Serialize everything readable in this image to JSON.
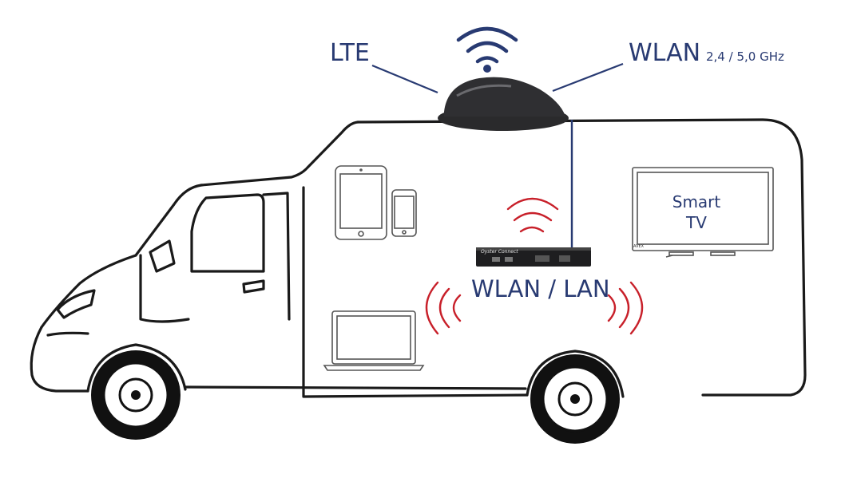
{
  "labels": {
    "lte": "LTE",
    "wlan": "WLAN",
    "wlan_freq": "2,4 / 5,0 GHz",
    "wlan_lan": "WLAN / LAN",
    "smart_tv_line1": "Smart",
    "smart_tv_line2": "TV"
  },
  "device": {
    "brand": "Oyster Connect"
  },
  "tv": {
    "brand": "AVEX"
  },
  "colors": {
    "text_blue": "#283a72",
    "signal_red": "#c8202a",
    "outline": "#1a1a1a",
    "antenna_dark": "#2a2a2c"
  },
  "icons": [
    "wifi-icon",
    "antenna-dome",
    "router-box",
    "tablet-icon",
    "smartphone-icon",
    "laptop-icon",
    "smart-tv-icon",
    "camper-van"
  ]
}
